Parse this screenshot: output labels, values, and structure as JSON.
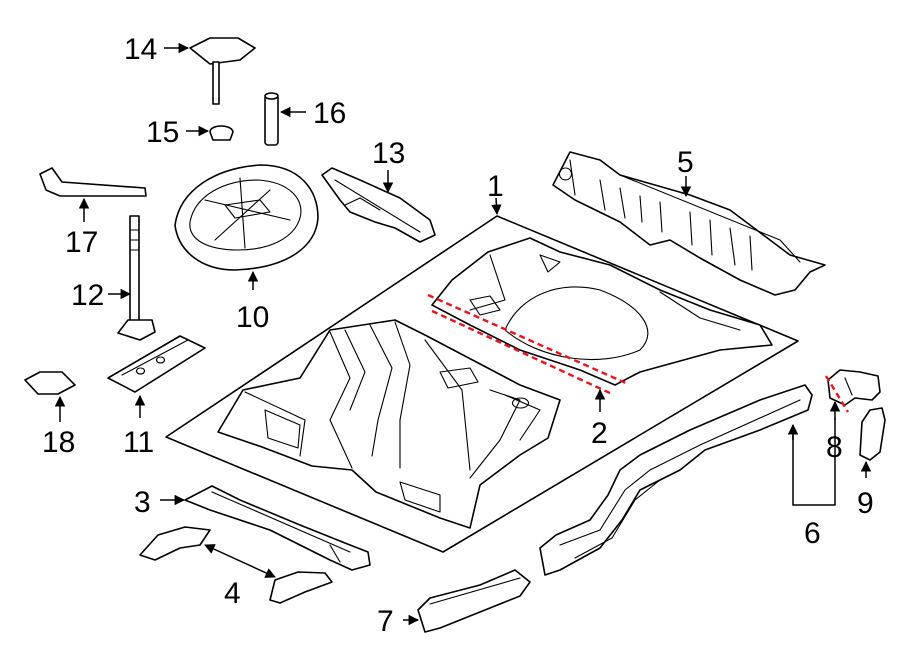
{
  "diagram": {
    "callouts": [
      {
        "id": "1",
        "label": "1"
      },
      {
        "id": "2",
        "label": "2"
      },
      {
        "id": "3",
        "label": "3"
      },
      {
        "id": "4",
        "label": "4"
      },
      {
        "id": "5",
        "label": "5"
      },
      {
        "id": "6",
        "label": "6"
      },
      {
        "id": "7",
        "label": "7"
      },
      {
        "id": "8",
        "label": "8"
      },
      {
        "id": "9",
        "label": "9"
      },
      {
        "id": "10",
        "label": "10"
      },
      {
        "id": "11",
        "label": "11"
      },
      {
        "id": "12",
        "label": "12"
      },
      {
        "id": "13",
        "label": "13"
      },
      {
        "id": "14",
        "label": "14"
      },
      {
        "id": "15",
        "label": "15"
      },
      {
        "id": "16",
        "label": "16"
      },
      {
        "id": "17",
        "label": "17"
      },
      {
        "id": "18",
        "label": "18"
      }
    ],
    "colors": {
      "line": "#000000",
      "cut_line": "#e8131d",
      "background": "#ffffff"
    }
  }
}
